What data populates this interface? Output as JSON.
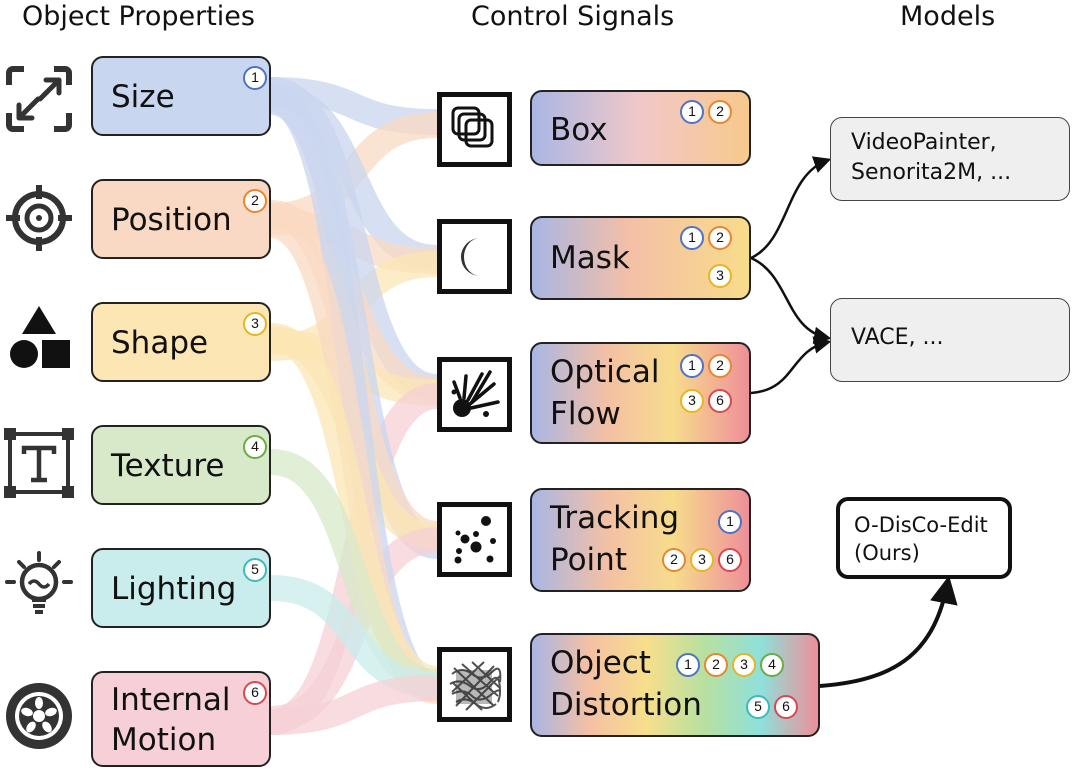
{
  "headings": {
    "properties": "Object Properties",
    "signals": "Control Signals",
    "models": "Models"
  },
  "colors": {
    "size": "#c9d6ef",
    "position": "#f9d9c3",
    "shape": "#fbe6b4",
    "texture": "#d7e9c9",
    "lighting": "#c9ecec",
    "motion": "#f6d0d6",
    "badge_1": "#4e72c4",
    "badge_2": "#e8862e",
    "badge_3": "#e7b520",
    "badge_4": "#6aac45",
    "badge_5": "#3cbcb7",
    "badge_6": "#d9484f"
  },
  "properties": [
    {
      "label": "Size",
      "badge": "1",
      "icon": "resize-arrows-icon"
    },
    {
      "label": "Position",
      "badge": "2",
      "icon": "target-crosshair-icon"
    },
    {
      "label": "Shape",
      "badge": "3",
      "icon": "shapes-icon"
    },
    {
      "label": "Texture",
      "badge": "4",
      "icon": "text-frame-icon"
    },
    {
      "label": "Lighting",
      "badge": "5",
      "icon": "light-bulb-icon"
    },
    {
      "label": "Internal Motion",
      "label_lines": [
        "Internal",
        "Motion"
      ],
      "badge": "6",
      "icon": "wheel-icon"
    }
  ],
  "signals": [
    {
      "label_lines": [
        "Box"
      ],
      "badges": [
        [
          "1",
          "2"
        ]
      ],
      "icon": "overlapping-boxes-icon"
    },
    {
      "label_lines": [
        "Mask"
      ],
      "badges": [
        [
          "1",
          "2"
        ],
        [
          "3"
        ]
      ],
      "icon": "crescent-moon-icon"
    },
    {
      "label_lines": [
        "Optical",
        "Flow"
      ],
      "badges": [
        [
          "1",
          "2"
        ],
        [
          "3",
          "6"
        ]
      ],
      "icon": "explosion-icon"
    },
    {
      "label_lines": [
        "Tracking",
        "Point"
      ],
      "badges": [
        [
          "1"
        ],
        [
          "2",
          "3",
          "6"
        ]
      ],
      "icon": "scatter-dots-icon"
    },
    {
      "label_lines": [
        "Object",
        "Distortion"
      ],
      "badges": [
        [
          "1",
          "2",
          "3",
          "4"
        ],
        [
          "5",
          "6"
        ]
      ],
      "icon": "scribble-texture-icon"
    }
  ],
  "models": [
    {
      "lines": [
        "VideoPainter,",
        "Senorita2M, ..."
      ]
    },
    {
      "lines": [
        "VACE, ..."
      ]
    },
    {
      "lines": [
        "O-DisCo-Edit",
        "(Ours)"
      ]
    }
  ]
}
